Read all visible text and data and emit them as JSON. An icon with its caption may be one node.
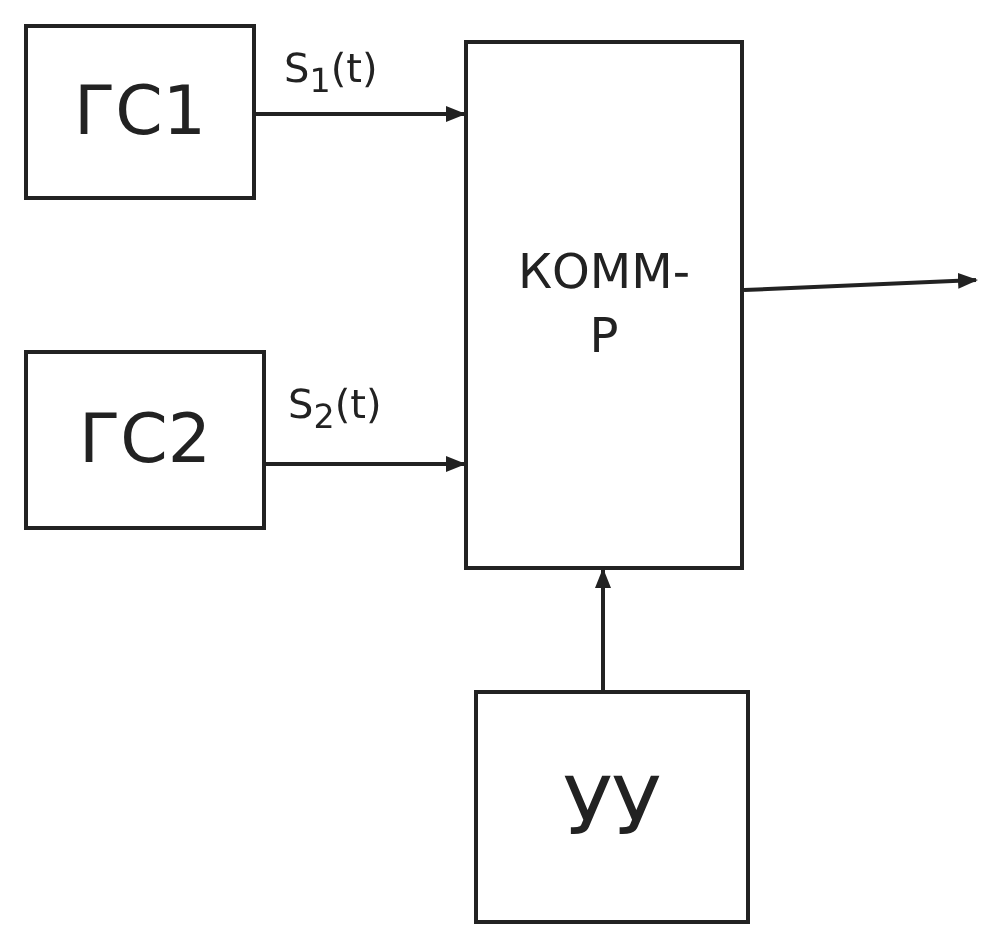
{
  "diagram": {
    "nodes": [
      {
        "text": [
          "ГС1"
        ]
      },
      {
        "text": [
          "ГС2"
        ]
      },
      {
        "text": [
          "КОММ- Р"
        ]
      },
      {
        "text": [
          "УУ"
        ]
      }
    ],
    "edges": [
      {
        "from": 0,
        "to": 2,
        "arrow": "to",
        "label": "S$_{1}$(t)"
      },
      {
        "from": 1,
        "to": 2,
        "arrow": "to",
        "label": "S$_{2}$(t)"
      },
      {
        "from": 3,
        "to": 2,
        "arrow": "to"
      },
      {
        "from": 2,
        "to": null,
        "arrow": "to"
      }
    ]
  }
}
